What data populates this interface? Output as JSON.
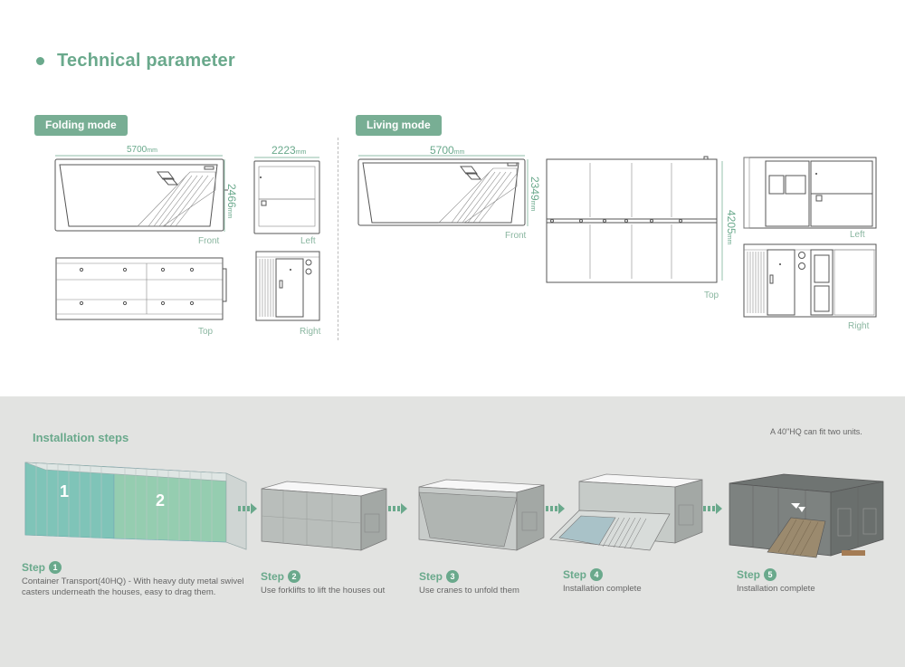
{
  "header": {
    "title": "Technical parameter"
  },
  "folding": {
    "tag": "Folding mode",
    "front_width": "5700",
    "left_width": "2223",
    "height": "2466",
    "unit": "mm",
    "views": {
      "front": "Front",
      "left": "Left",
      "top": "Top",
      "right": "Right"
    }
  },
  "living": {
    "tag": "Living mode",
    "front_width": "5700",
    "height": "2349",
    "top_depth": "4205",
    "unit": "mm",
    "views": {
      "front": "Front",
      "top": "Top",
      "left": "Left",
      "right": "Right"
    }
  },
  "installation": {
    "title": "Installation steps",
    "note": "A 40\"HQ can fit two units.",
    "container_labels": [
      "1",
      "2"
    ],
    "steps": [
      {
        "label": "Step",
        "number": "1",
        "desc": "Container Transport(40HQ) - With heavy duty metal swivel casters underneath the houses, easy to drag them."
      },
      {
        "label": "Step",
        "number": "2",
        "desc": "Use forklifts to lift the houses out"
      },
      {
        "label": "Step",
        "number": "3",
        "desc": "Use cranes to unfold them"
      },
      {
        "label": "Step",
        "number": "4",
        "desc": "Installation complete"
      },
      {
        "label": "Step",
        "number": "5",
        "desc": "Installation complete"
      }
    ]
  },
  "colors": {
    "accent": "#6aa98c",
    "band": "#e2e3e1",
    "tag_bg": "#78ae94"
  }
}
